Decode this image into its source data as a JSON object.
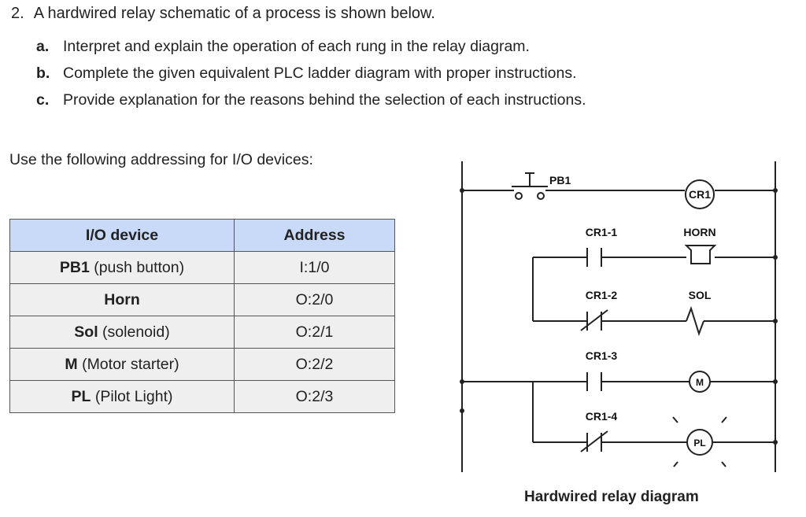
{
  "question": {
    "number": "2.",
    "text": "A hardwired relay schematic of a process is shown below.",
    "parts": [
      {
        "letter": "a.",
        "text": "Interpret and explain the operation of each rung in the relay diagram."
      },
      {
        "letter": "b.",
        "text": "Complete the given equivalent PLC ladder diagram with proper instructions."
      },
      {
        "letter": "c.",
        "text": "Provide explanation for the reasons behind the selection of each instructions."
      }
    ]
  },
  "addressing_intro": "Use the following addressing for I/O devices:",
  "io_table": {
    "headers": [
      "I/O device",
      "Address"
    ],
    "rows": [
      {
        "device_bold": "PB1",
        "device_rest": " (push button)",
        "address": "I:1/0"
      },
      {
        "device_bold": "Horn",
        "device_rest": "",
        "address": "O:2/0"
      },
      {
        "device_bold": "Sol",
        "device_rest": " (solenoid)",
        "address": "O:2/1"
      },
      {
        "device_bold": "M",
        "device_rest": " (Motor starter)",
        "address": "O:2/2"
      },
      {
        "device_bold": "PL",
        "device_rest": " (Pilot Light)",
        "address": "O:2/3"
      }
    ]
  },
  "diagram": {
    "labels": {
      "pb1": "PB1",
      "cr1_coil": "CR1",
      "cr1_1": "CR1-1",
      "horn": "HORN",
      "cr1_2": "CR1-2",
      "sol": "SOL",
      "cr1_3": "CR1-3",
      "m": "M",
      "cr1_4": "CR1-4",
      "pl": "PL"
    },
    "caption": "Hardwired relay diagram"
  }
}
